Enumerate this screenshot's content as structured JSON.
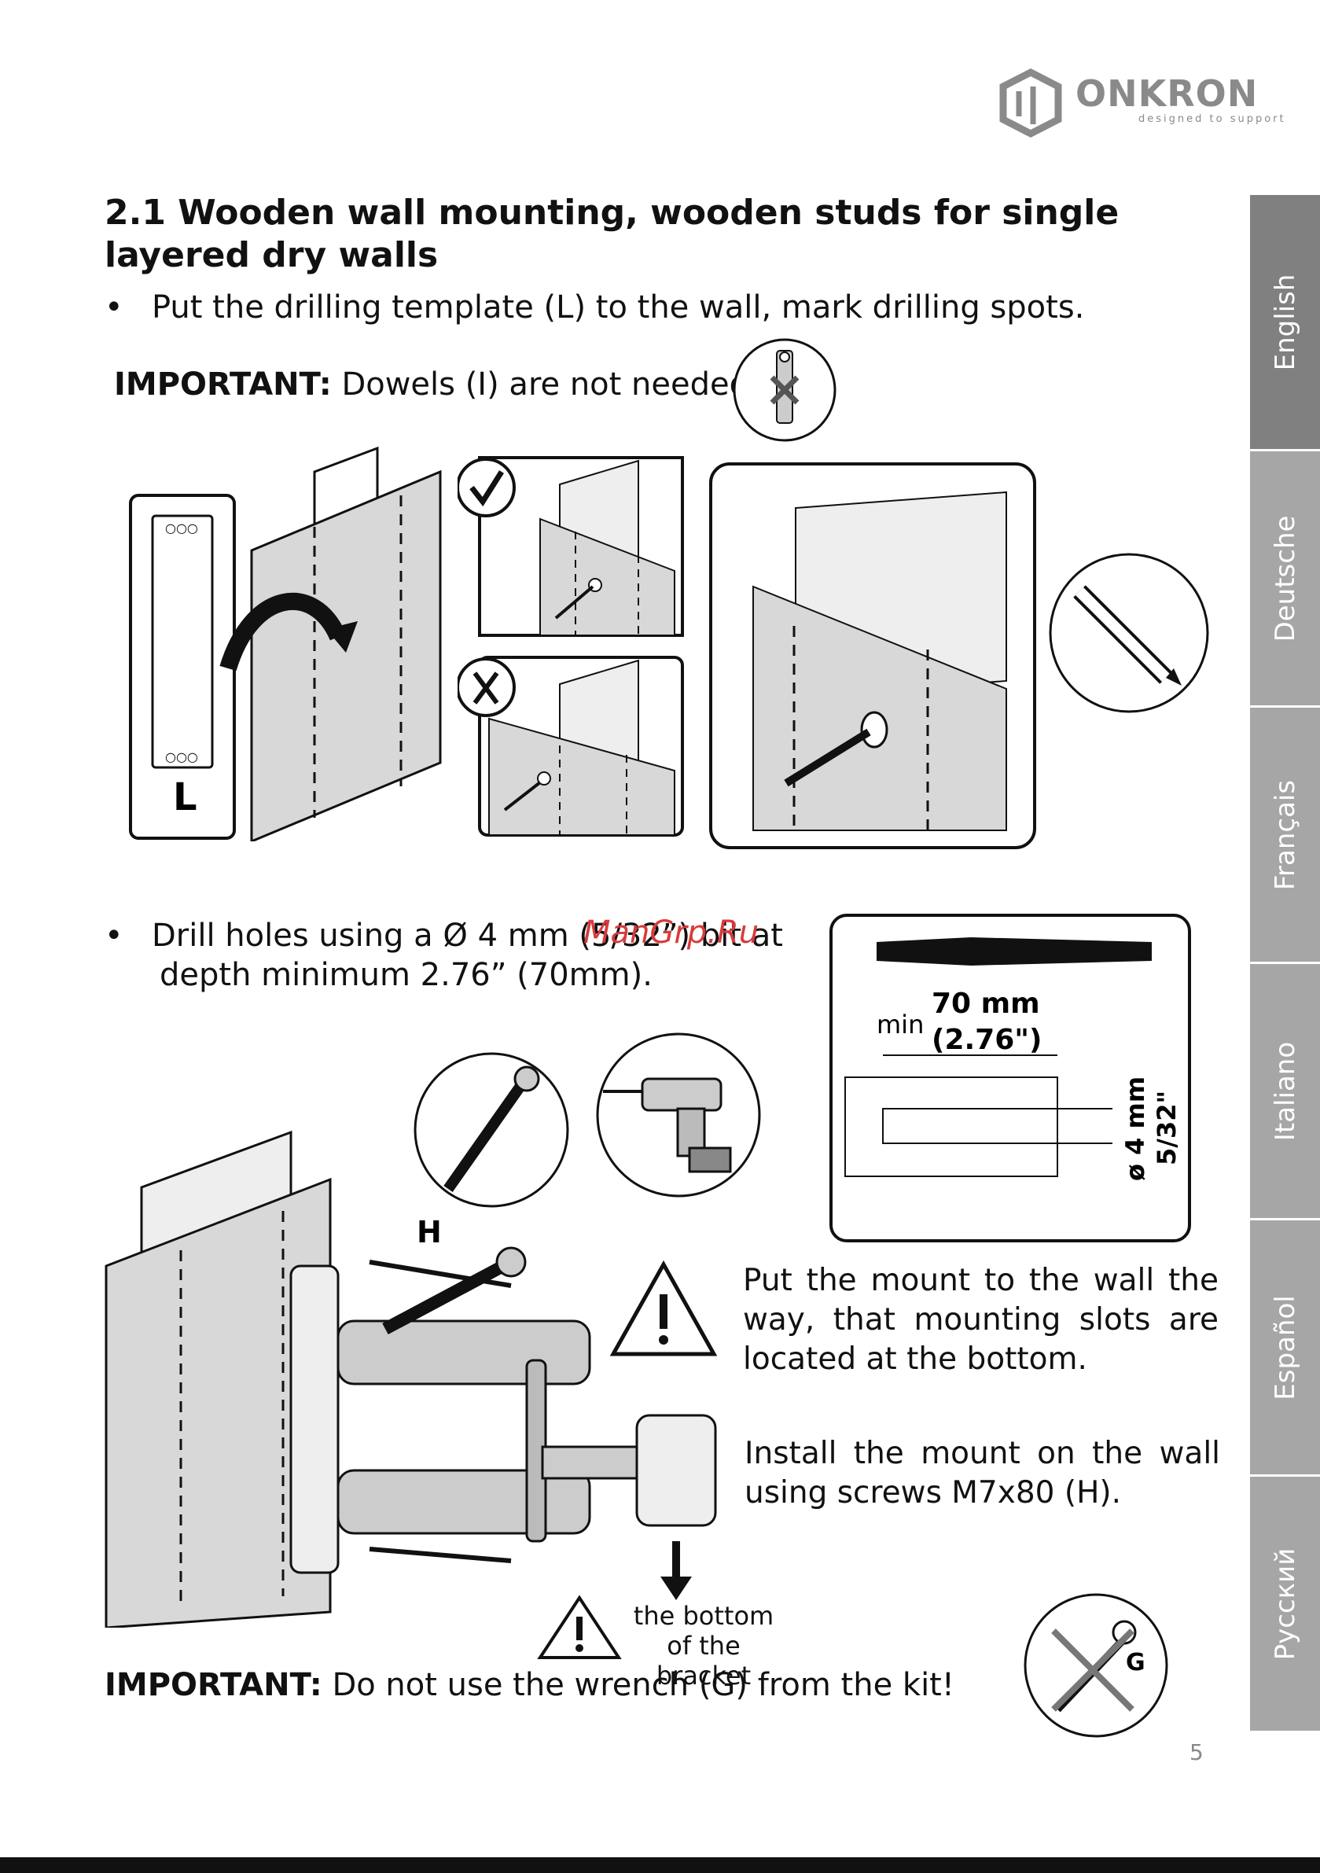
{
  "brand": {
    "name": "ONKRON",
    "tagline": "designed to support"
  },
  "section_title": "2.1 Wooden wall mounting, wooden studs for single layered dry walls",
  "step1": "Put the drilling template (L) to the wall, mark drilling spots.",
  "important1": {
    "label": "IMPORTANT:",
    "text": "Dowels (I) are not needed!"
  },
  "step2": {
    "line1": "Drill holes using a Ø 4 mm (5/32”) bit at",
    "line2": "depth minimum 2.76” (70mm)."
  },
  "watermark": "ManGrp.Ru",
  "drill_diagram": {
    "min": "min",
    "length_mm": "70 mm",
    "length_in": "(2.76\")",
    "diam_mm": "ø 4 mm",
    "diam_in": "5/32\""
  },
  "labels": {
    "template": "L",
    "screws": "H",
    "wrench": "G"
  },
  "note1": "Put the mount to the wall the way, that mounting slots are located at the bottom.",
  "note2": "Install the mount on the wall using screws M7x80 (H).",
  "bracket_bottom": {
    "line1": "the bottom",
    "line2": "of the bracket"
  },
  "important2": {
    "label": "IMPORTANT:",
    "text": "Do not use the wrench (G) from the kit!"
  },
  "page_number": "5",
  "sidebar": [
    "English",
    "Deutsche",
    "Français",
    "Italiano",
    "Español",
    "Русский"
  ],
  "colors": {
    "sidebar_active": "#808080",
    "sidebar": "#a6a6a6",
    "watermark": "#d83a3a"
  }
}
